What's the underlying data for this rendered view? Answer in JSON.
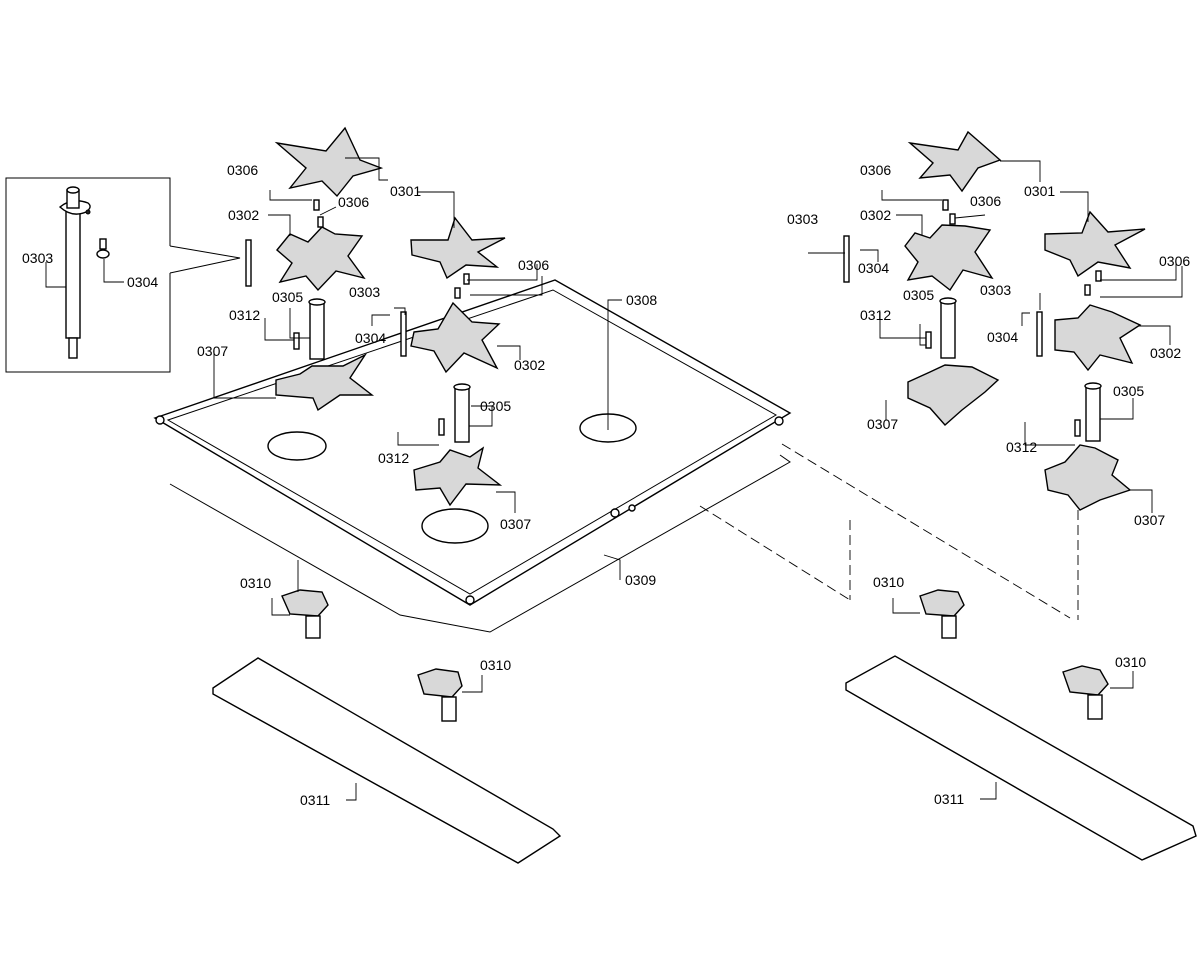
{
  "diagram": {
    "title": "Cooktop burner exploded parts diagram",
    "inset": {
      "labels": [
        "0303",
        "0304"
      ]
    },
    "left_assembly": {
      "labels": {
        "cap_back": "0306",
        "screw_a": "0306",
        "screw_b": "0306",
        "cap_1": "0301",
        "base_1": "0302",
        "electrode_1": "0305",
        "screw_1": "0312",
        "ignitor_1": "0303",
        "clip_1": "0304",
        "head_1": "0307",
        "base_2": "0302",
        "tray": "0308",
        "tube_2": "0305",
        "screw_2": "0312",
        "head_2": "0307",
        "gasket": "0309",
        "valve_1": "0310",
        "valve_2": "0310",
        "bar": "0311"
      }
    },
    "right_assembly": {
      "labels": {
        "screw_top": "0306",
        "cap_1": "0301",
        "base_1": "0302",
        "screw_a": "0306",
        "ignitor_1": "0303",
        "clip_1": "0304",
        "tube_1": "0305",
        "screw_1": "0312",
        "ignitor_2": "0303",
        "clip_2": "0304",
        "screw_b": "0306",
        "base_2": "0302",
        "head_1": "0307",
        "tube_2": "0305",
        "screw_2": "0312",
        "head_2": "0307",
        "valve_1": "0310",
        "valve_2": "0310",
        "bar": "0311"
      }
    }
  }
}
